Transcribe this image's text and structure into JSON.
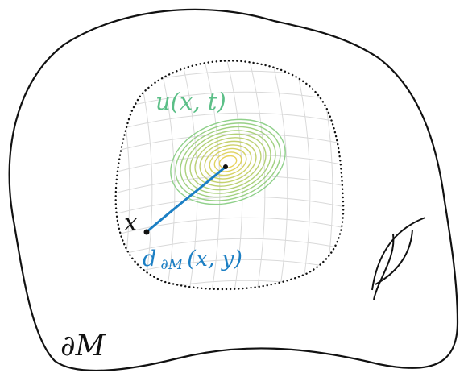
{
  "labels": {
    "field": "u(x, t)",
    "point": "x",
    "distance": "d∂M(x, y)",
    "distance_main": "d",
    "distance_sub": "∂M",
    "distance_args": "(x, y)",
    "boundary": "∂M"
  },
  "colors": {
    "outline": "#111111",
    "region_dots": "#111111",
    "grid": "#d9d9d9",
    "field_label": "#5bbf87",
    "geodesic": "#1c7fc4",
    "contour_outer": "#8fd08a",
    "contour_inner": "#e8d25a"
  }
}
